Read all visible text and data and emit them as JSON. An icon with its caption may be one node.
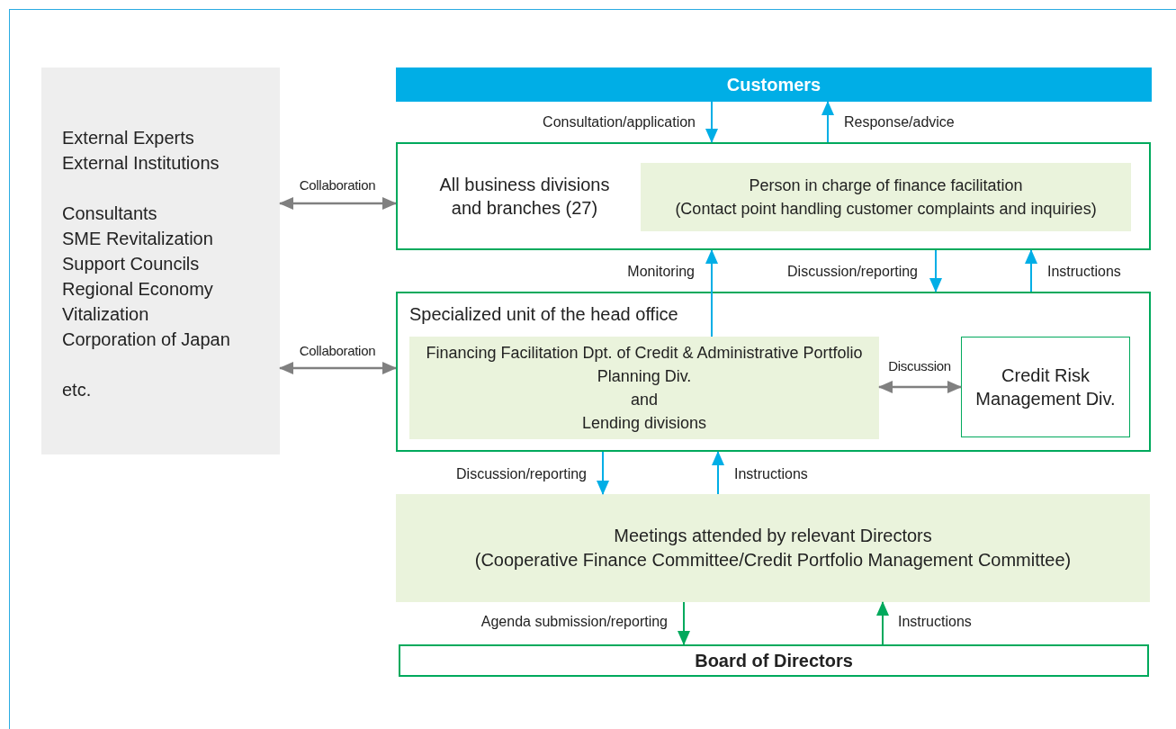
{
  "diagram": {
    "nodes": [
      {
        "text": [
          "External Experts",
          "External Institutions",
          "Consultants",
          "SME Revitalization Support Councils",
          "Regional Economy Vitalization Corporation of Japan",
          "etc."
        ]
      },
      {
        "text": [
          "Customers"
        ]
      },
      {
        "text": [
          "All business divisions and branches (27)"
        ]
      },
      {
        "text": [
          "Person in charge of finance facilitation",
          "(Contact point handling customer complaints and inquiries)"
        ],
        "in": 2
      },
      {
        "text": [
          "Specialized unit of the head office"
        ]
      },
      {
        "text": [
          "Financing Facilitation Dpt. of Credit & Administrative Portfolio Planning Div.",
          "and",
          "Lending divisions"
        ],
        "in": 4
      },
      {
        "text": [
          "Credit Risk Management Div."
        ],
        "in": 4
      },
      {
        "text": [
          "Meetings attended by relevant Directors",
          "(Cooperative Finance Committee/Credit Portfolio Management Committee)"
        ]
      },
      {
        "text": [
          "Board of Directors"
        ]
      }
    ],
    "edges": [
      {
        "from": 1,
        "to": 2,
        "arrow": "to",
        "label": "Consultation/application"
      },
      {
        "from": 2,
        "to": 1,
        "arrow": "to",
        "label": "Response/advice"
      },
      {
        "from": 0,
        "to": 2,
        "arrow": "both",
        "label": "Collaboration",
        "color": "#808080"
      },
      {
        "from": 0,
        "to": 4,
        "arrow": "both",
        "label": "Collaboration",
        "color": "#808080"
      },
      {
        "from": 5,
        "to": 2,
        "arrow": "to",
        "label": "Monitoring"
      },
      {
        "from": 2,
        "to": 4,
        "arrow": "to",
        "label": "Discussion/reporting"
      },
      {
        "from": 4,
        "to": 2,
        "arrow": "to",
        "label": "Instructions"
      },
      {
        "from": 5,
        "to": 6,
        "arrow": "both",
        "label": "Discussion",
        "color": "#808080"
      },
      {
        "from": 4,
        "to": 7,
        "arrow": "to",
        "label": "Discussion/reporting"
      },
      {
        "from": 7,
        "to": 4,
        "arrow": "to",
        "label": "Instructions"
      },
      {
        "from": 7,
        "to": 8,
        "arrow": "to",
        "label": "Agenda submission/reporting",
        "color": "#00a95c"
      },
      {
        "from": 8,
        "to": 7,
        "arrow": "to",
        "label": "Instructions",
        "color": "#00a95c"
      }
    ]
  }
}
